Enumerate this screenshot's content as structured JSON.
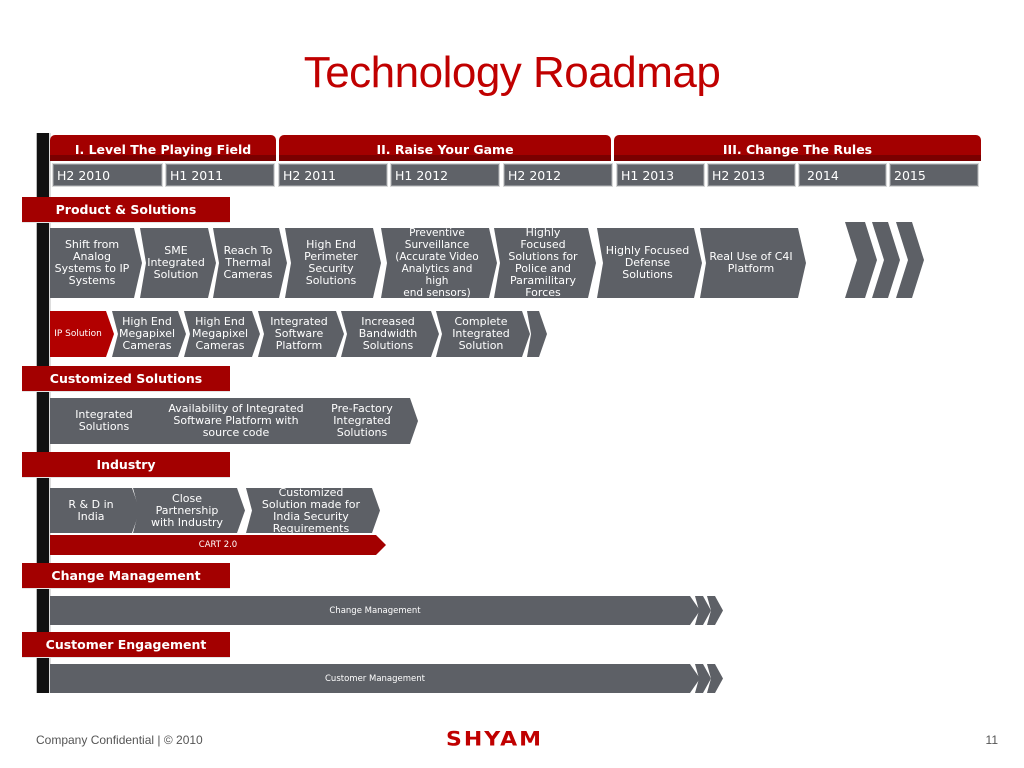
{
  "title": "Technology Roadmap",
  "phases": [
    "I. Level The Playing Field",
    "II. Raise Your Game",
    "III. Change The Rules"
  ],
  "periods": [
    "H2 2010",
    "H1 2011",
    "H2 2011",
    "H1 2012",
    "H2 2012",
    "H1 2013",
    "H2 2013",
    "2014",
    "2015"
  ],
  "sections": {
    "product": "Product & Solutions",
    "customized": "Customized Solutions",
    "industry": "Industry",
    "change": "Change Management",
    "engagement": "Customer Engagement"
  },
  "product_row": [
    "Shift from\nAnalog\nSystems to IP\nSystems",
    "SME\nIntegrated\nSolution",
    "Reach To\nThermal\nCameras",
    "High End\nPerimeter\nSecurity\nSolutions",
    "Preventive\nSurveillance\n(Accurate Video\nAnalytics and high\nend sensors)",
    "Highly Focused\nSolutions for\nPolice and\nParamilitary\nForces",
    "Highly Focused\nDefense\nSolutions",
    "Real Use of C4I\nPlatform"
  ],
  "ip_row": {
    "label": "IP Solution",
    "items": [
      "High End\nMegapixel\nCameras",
      "High End\nMegapixel\nCameras",
      "Integrated\nSoftware\nPlatform",
      "Increased\nBandwidth\nSolutions",
      "Complete\nIntegrated\nSolution"
    ]
  },
  "customized_row": [
    "Integrated\nSolutions",
    "Availability of Integrated\nSoftware Platform with\nsource code",
    "Pre-Factory\nIntegrated\nSolutions"
  ],
  "industry_row": [
    "R & D in\nIndia",
    "Close\nPartnership\nwith Industry",
    "Customized\nSolution made for\nIndia Security\nRequirements"
  ],
  "cart_label": "CART 2.0",
  "change_bar_label": "Change Management",
  "engagement_bar_label": "Customer Management",
  "footer": {
    "left": "Company Confidential |  © 2010",
    "logo": "SHYAM",
    "page": "11"
  },
  "colors": {
    "accent": "#c00000",
    "section_red": "#a30000",
    "chevron_gray": "#5d6066"
  }
}
